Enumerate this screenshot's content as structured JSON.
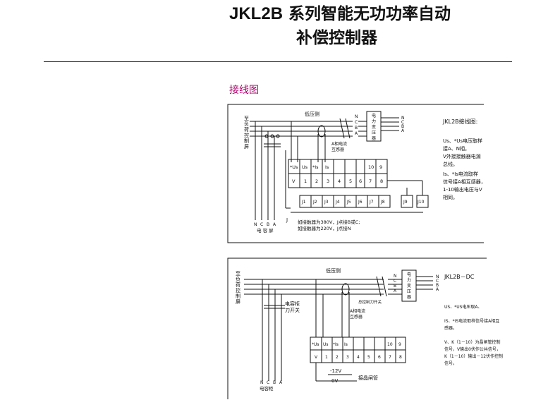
{
  "header": {
    "title_latin": "JKL2B",
    "title_rest": " 系列智能无功功率自动",
    "title_line2": "补偿控制器"
  },
  "section_label": "接线图",
  "diagram1": {
    "side_label": [
      "至",
      "负",
      "荷",
      "控",
      "制",
      "屏"
    ],
    "low_voltage": "低压侧",
    "left_phases": [
      "N",
      "C",
      "B",
      "A"
    ],
    "left_caption": "电 容 屏",
    "xfmr_in": [
      "N",
      "C",
      "B",
      "A"
    ],
    "xfmr": [
      "电",
      "力",
      "变",
      "压",
      "器"
    ],
    "out_phases": [
      "N",
      "C",
      "B",
      "A"
    ],
    "ct_label": [
      "A相电流",
      "互感器"
    ],
    "top_row": [
      "*Us",
      "Us",
      "*Is",
      "Is",
      "",
      "",
      "",
      "",
      "10",
      "9"
    ],
    "bottom_row": [
      "V",
      "1",
      "2",
      "3",
      "4",
      "5",
      "6",
      "7",
      "8"
    ],
    "relays": [
      "J1",
      "J2",
      "J3",
      "J4",
      "J5",
      "J6",
      "J7",
      "J8"
    ],
    "extra_relays": [
      "J9",
      "J10"
    ],
    "j_label": "J",
    "note1": "如接触器为380V，J点接B或C;",
    "note2": "如接触器为220V，J点接N",
    "legend_title": "JKL2B接线图:",
    "legend": [
      "Us、*Us电压取样",
      "接A、N相。",
      "V外接接触器电源",
      "总线。",
      "Is、*Is电流取样",
      "信号接A相互感器，",
      "1-10输出电压与V",
      "相同。"
    ]
  },
  "diagram2": {
    "side_label": [
      "至",
      "负",
      "荷",
      "控",
      "制",
      "屏"
    ],
    "low_voltage": "低压侧",
    "xfmr_in": [
      "N",
      "C",
      "B",
      "A"
    ],
    "xfmr": [
      "电",
      "力",
      "变",
      "压",
      "器"
    ],
    "out_phases": [
      "N",
      "C",
      "B",
      "A"
    ],
    "cabinet_switch": [
      "电容柜",
      "刀开关"
    ],
    "main_switch": "总控制刀开关",
    "ct_label": [
      "A相电流",
      "互感器"
    ],
    "top_row": [
      "*Us",
      "Us",
      "*Is",
      "Is",
      "",
      "",
      "",
      "",
      "10",
      "9"
    ],
    "bottom_row": [
      "V",
      "1",
      "2",
      "3",
      "4",
      "5",
      "6",
      "7",
      "8"
    ],
    "neg12": "-12V",
    "zero_v": "0V",
    "thyristor": "接晶闸管",
    "left_phases": [
      "N",
      "C",
      "B",
      "A"
    ],
    "left_caption": "电容柜",
    "legend_title": "JKL2B－DC",
    "legend_a": "US、*US电压取A、",
    "legend_b": [
      "IS、*IS电流取样信号接A相互",
      "感器。"
    ],
    "legend_c": [
      "V、K（1－10）为晶闸管控制",
      "信号，V输出0伏作公共信号，",
      "K（1－10）输出－12伏作控制",
      "信号。"
    ]
  }
}
